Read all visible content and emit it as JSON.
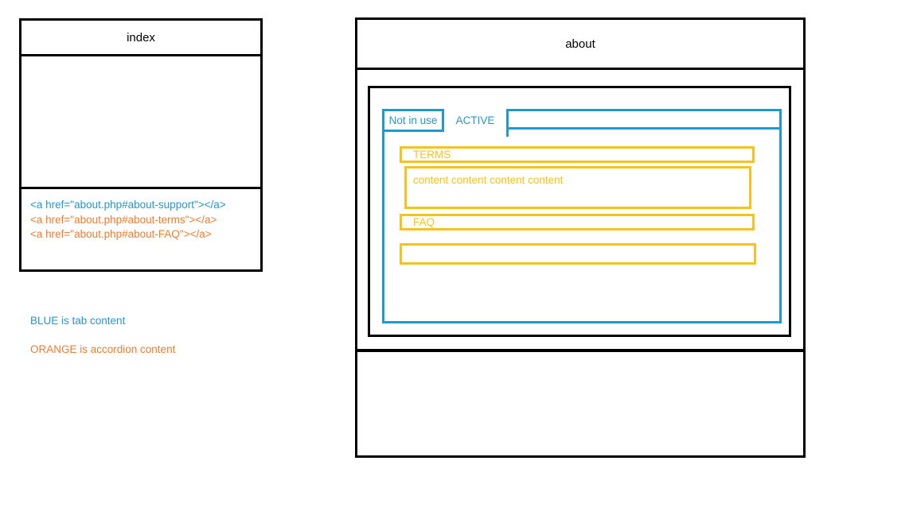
{
  "colors": {
    "blue": "#1E9AD0",
    "gold": "#F6C31E",
    "orange": "#ED7D31"
  },
  "index_page": {
    "title": "index",
    "links": [
      {
        "text": "<a href=\"about.php#about-support\"></a>",
        "color": "blue"
      },
      {
        "text": "<a href=\"about.php#about-terms\"></a>",
        "color": "orange"
      },
      {
        "text": "<a href=\"about.php#about-FAQ\"></a>",
        "color": "orange"
      }
    ]
  },
  "legend": {
    "blue_note": "BLUE is tab content",
    "orange_note": "ORANGE is accordion content"
  },
  "about_page": {
    "title": "about",
    "tabs": [
      {
        "label": "Not in use"
      },
      {
        "label": "ACTIVE"
      }
    ],
    "accordion": {
      "terms_header": "TERMS",
      "terms_content": "content content content content",
      "faq_header": "FAQ",
      "empty_row": ""
    }
  }
}
